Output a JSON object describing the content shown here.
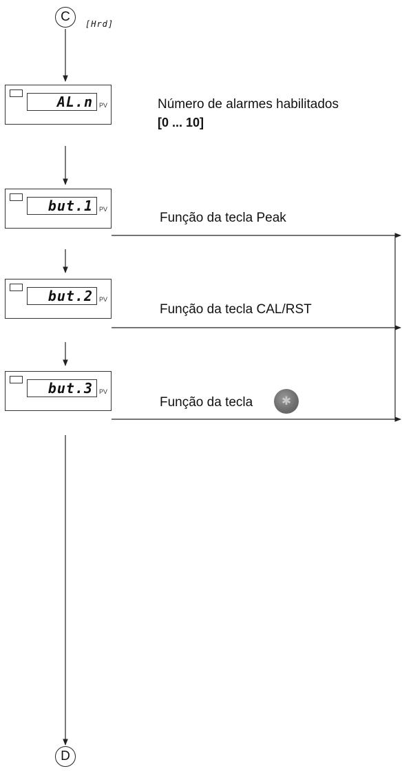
{
  "connectors": {
    "start": "C",
    "end": "D"
  },
  "code_tag": "[Hrd]",
  "steps": [
    {
      "display": "AL.n",
      "pv": "PV",
      "label": "Número de alarmes habilitados",
      "range": "[0 ... 10]"
    },
    {
      "display": "but.1",
      "pv": "PV",
      "label": "Função da tecla Peak"
    },
    {
      "display": "but.2",
      "pv": "PV",
      "label": "Função da tecla CAL/RST"
    },
    {
      "display": "but.3",
      "pv": "PV",
      "label": "Função da tecla",
      "icon": "asterisk-key-icon"
    }
  ],
  "colors": {
    "line": "#222222",
    "key_icon": "#6e6e6e"
  }
}
